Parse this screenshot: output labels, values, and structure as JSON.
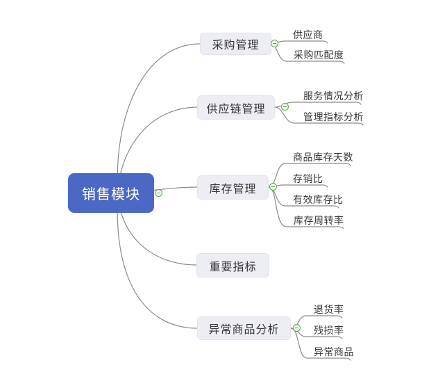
{
  "root": {
    "label": "销售模块"
  },
  "branches": [
    {
      "label": "采购管理",
      "children": [
        "供应商",
        "采购匹配度"
      ]
    },
    {
      "label": "供应链管理",
      "children": [
        "服务情况分析",
        "管理指标分析"
      ]
    },
    {
      "label": "库存管理",
      "children": [
        "商品库存天数",
        "存销比",
        "有效库存比",
        "库存周转率"
      ]
    },
    {
      "label": "重要指标",
      "children": []
    },
    {
      "label": "异常商品分析",
      "children": [
        "退货率",
        "残损率",
        "异常商品"
      ]
    }
  ],
  "colors": {
    "background": "#FFFFFF",
    "root_fill": "#4A68C4",
    "root_text": "#FFFFFF",
    "branch_fill": "#EDEDF4",
    "branch_text": "#353535",
    "leaf_text": "#383838",
    "connector_line": "#8A8A8A",
    "collapse_icon_border": "#5BA84C",
    "collapse_icon_fill": "#F0F9EC"
  },
  "icons": {
    "collapse": "minus-circle-icon"
  }
}
